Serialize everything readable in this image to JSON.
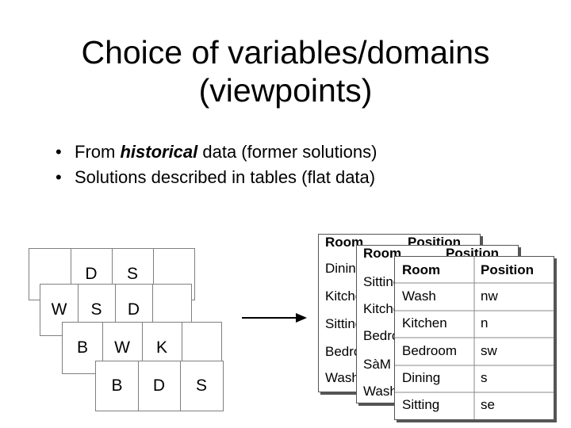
{
  "title_line1": "Choice of variables/domains",
  "title_line2": "(viewpoints)",
  "bullets": {
    "b1_pre": "From ",
    "b1_bold": "historical",
    "b1_post": " data (former solutions)",
    "b2": "Solutions described in tables (flat data)",
    "marker": "•"
  },
  "plans": [
    {
      "cells": [
        "",
        "D",
        "S",
        ""
      ]
    },
    {
      "cells": [
        "W",
        "S",
        "D",
        ""
      ]
    },
    {
      "cells": [
        "B",
        "W",
        "K",
        ""
      ]
    },
    {
      "cells": [
        "",
        "B",
        "D",
        "S"
      ]
    }
  ],
  "back_table_1": {
    "headers": [
      "Room",
      "Position"
    ],
    "rows": [
      "Dining",
      "Kitchen",
      "Sitting",
      "Bedroom",
      "Wash"
    ]
  },
  "back_table_2": {
    "headers": [
      "Room",
      "Position"
    ],
    "rows": [
      "Sitting",
      "Kitchen",
      "Bedroom",
      "SàM",
      "Wash"
    ]
  },
  "front_table": {
    "headers": [
      "Room",
      "Position"
    ],
    "rows": [
      [
        "Wash",
        "nw"
      ],
      [
        "Kitchen",
        "n"
      ],
      [
        "Bedroom",
        "sw"
      ],
      [
        "Dining",
        "s"
      ],
      [
        "Sitting",
        "se"
      ]
    ]
  }
}
